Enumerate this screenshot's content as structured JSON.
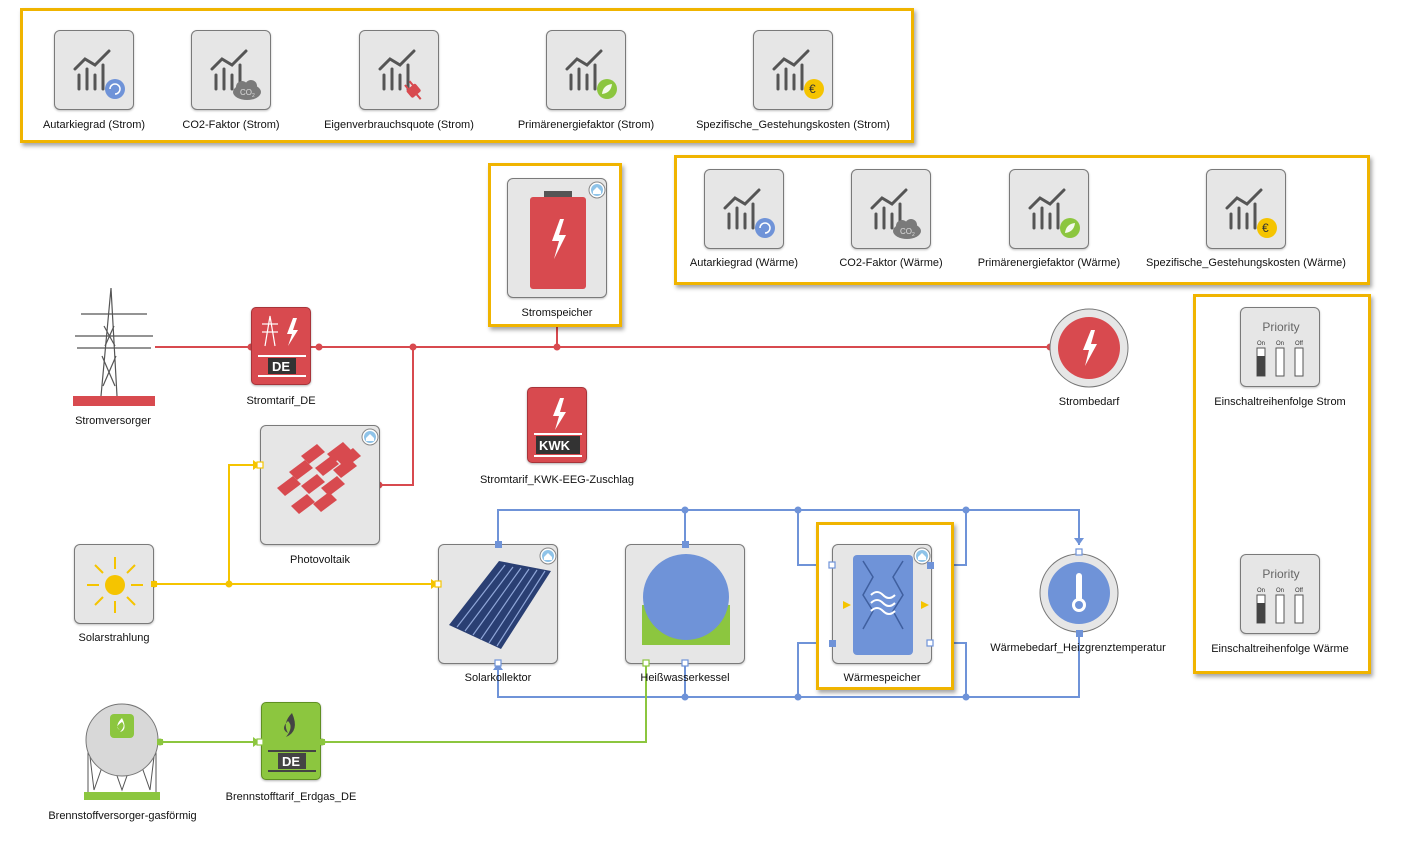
{
  "kpi_strom": {
    "items": [
      {
        "label": "Autarkiegrad (Strom)",
        "badge": "refresh-icon"
      },
      {
        "label": "CO2-Faktor (Strom)",
        "badge": "co2-cloud-icon"
      },
      {
        "label": "Eigenverbrauchsquote (Strom)",
        "badge": "plug-icon"
      },
      {
        "label": "Primärenergiefaktor (Strom)",
        "badge": "leaf-icon"
      },
      {
        "label": "Spezifische_Gestehungskosten (Strom)",
        "badge": "euro-icon"
      }
    ]
  },
  "kpi_waerme": {
    "items": [
      {
        "label": "Autarkiegrad (Wärme)",
        "badge": "refresh-icon"
      },
      {
        "label": "CO2-Faktor (Wärme)",
        "badge": "co2-cloud-icon"
      },
      {
        "label": "Primärenergiefaktor (Wärme)",
        "badge": "leaf-icon"
      },
      {
        "label": "Spezifische_Gestehungskosten (Wärme)",
        "badge": "euro-icon"
      }
    ]
  },
  "components": {
    "stromspeicher": "Stromspeicher",
    "stromversorger": "Stromversorger",
    "stromtarif_de": "Stromtarif_DE",
    "strombedarf": "Strombedarf",
    "stromtarif_kwk": "Stromtarif_KWK-EEG-Zuschlag",
    "photovoltaik": "Photovoltaik",
    "solarstrahlung": "Solarstrahlung",
    "solarkollektor": "Solarkollektor",
    "heisswasserkessel": "Heißwasserkessel",
    "waermespeicher": "Wärmespeicher",
    "waermebedarf": "Wärmebedarf_Heizgrenztemperatur",
    "brennstoffversorger": "Brennstoffversorger-gasförmig",
    "brennstofftarif": "Brennstofftarif_Erdgas_DE"
  },
  "tile_texts": {
    "de": "DE",
    "kwk": "KWK",
    "co2": "CO",
    "co2_sub": "2",
    "euro": "€"
  },
  "priority": {
    "strom_label": "Einschaltreihenfolge Strom",
    "waerme_label": "Einschaltreihenfolge Wärme",
    "title": "Priority",
    "switch_labels": [
      "On",
      "On",
      "Off"
    ]
  },
  "colors": {
    "electric": "#d84a4f",
    "solar": "#f5c400",
    "heat": "#6f93d8",
    "gas": "#8cc63f",
    "highlight": "#f0b400"
  }
}
